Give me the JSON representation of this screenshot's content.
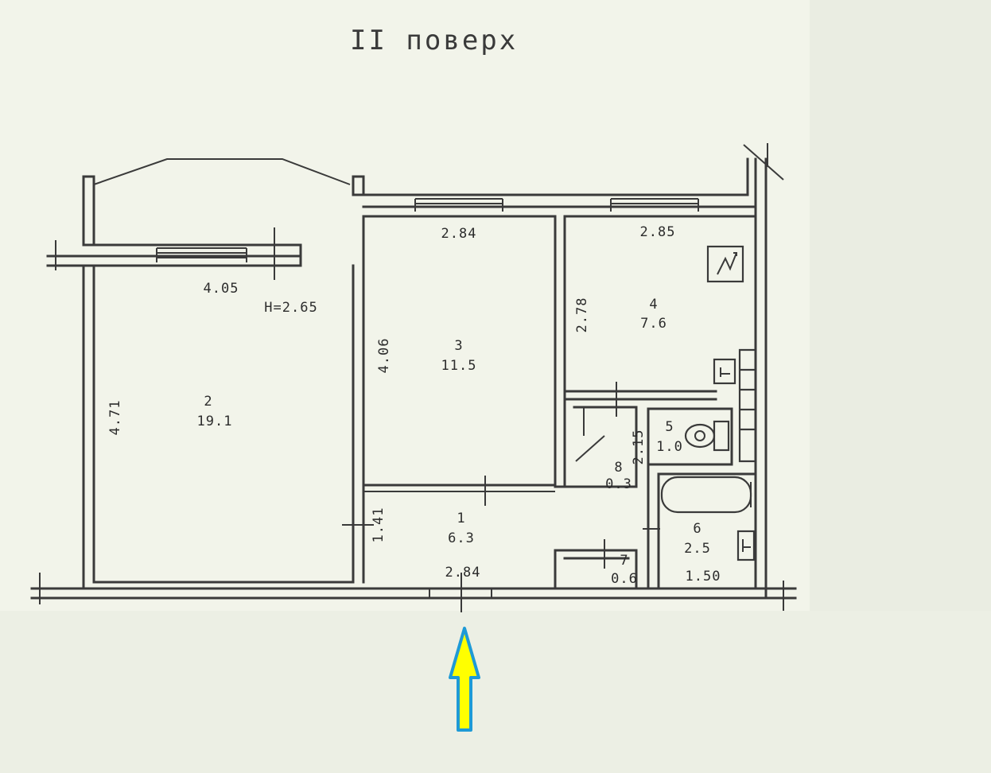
{
  "title": "II поверх",
  "ceiling_height": "H=2.65",
  "rooms": [
    {
      "number": "1",
      "area": "6.3"
    },
    {
      "number": "2",
      "area": "19.1"
    },
    {
      "number": "3",
      "area": "11.5"
    },
    {
      "number": "4",
      "area": "7.6"
    },
    {
      "number": "5",
      "area": "1.0"
    },
    {
      "number": "6",
      "area": "2.5"
    },
    {
      "number": "7",
      "area": "0.6"
    },
    {
      "number": "8",
      "area": "0.3"
    }
  ],
  "dimensions": {
    "room2_width": "4.05",
    "room2_depth": "4.71",
    "room3_width": "2.84",
    "room3_depth": "4.06",
    "room4_width": "2.85",
    "room4_depth": "2.78",
    "room1_width": "2.84",
    "room1_depth": "1.41",
    "room6_width": "1.50",
    "wc_depth": "2.15"
  },
  "colors": {
    "paper": "#f2f4ea",
    "page_bg": "#eef1e6",
    "ink": "#3a3a3a",
    "arrow_fill": "#ffff00",
    "arrow_outline": "#1e9ad6"
  },
  "icons": [
    "electric-panel-icon",
    "ventilation-icon",
    "entrance-arrow-icon",
    "toilet-icon",
    "bathtub-icon"
  ]
}
